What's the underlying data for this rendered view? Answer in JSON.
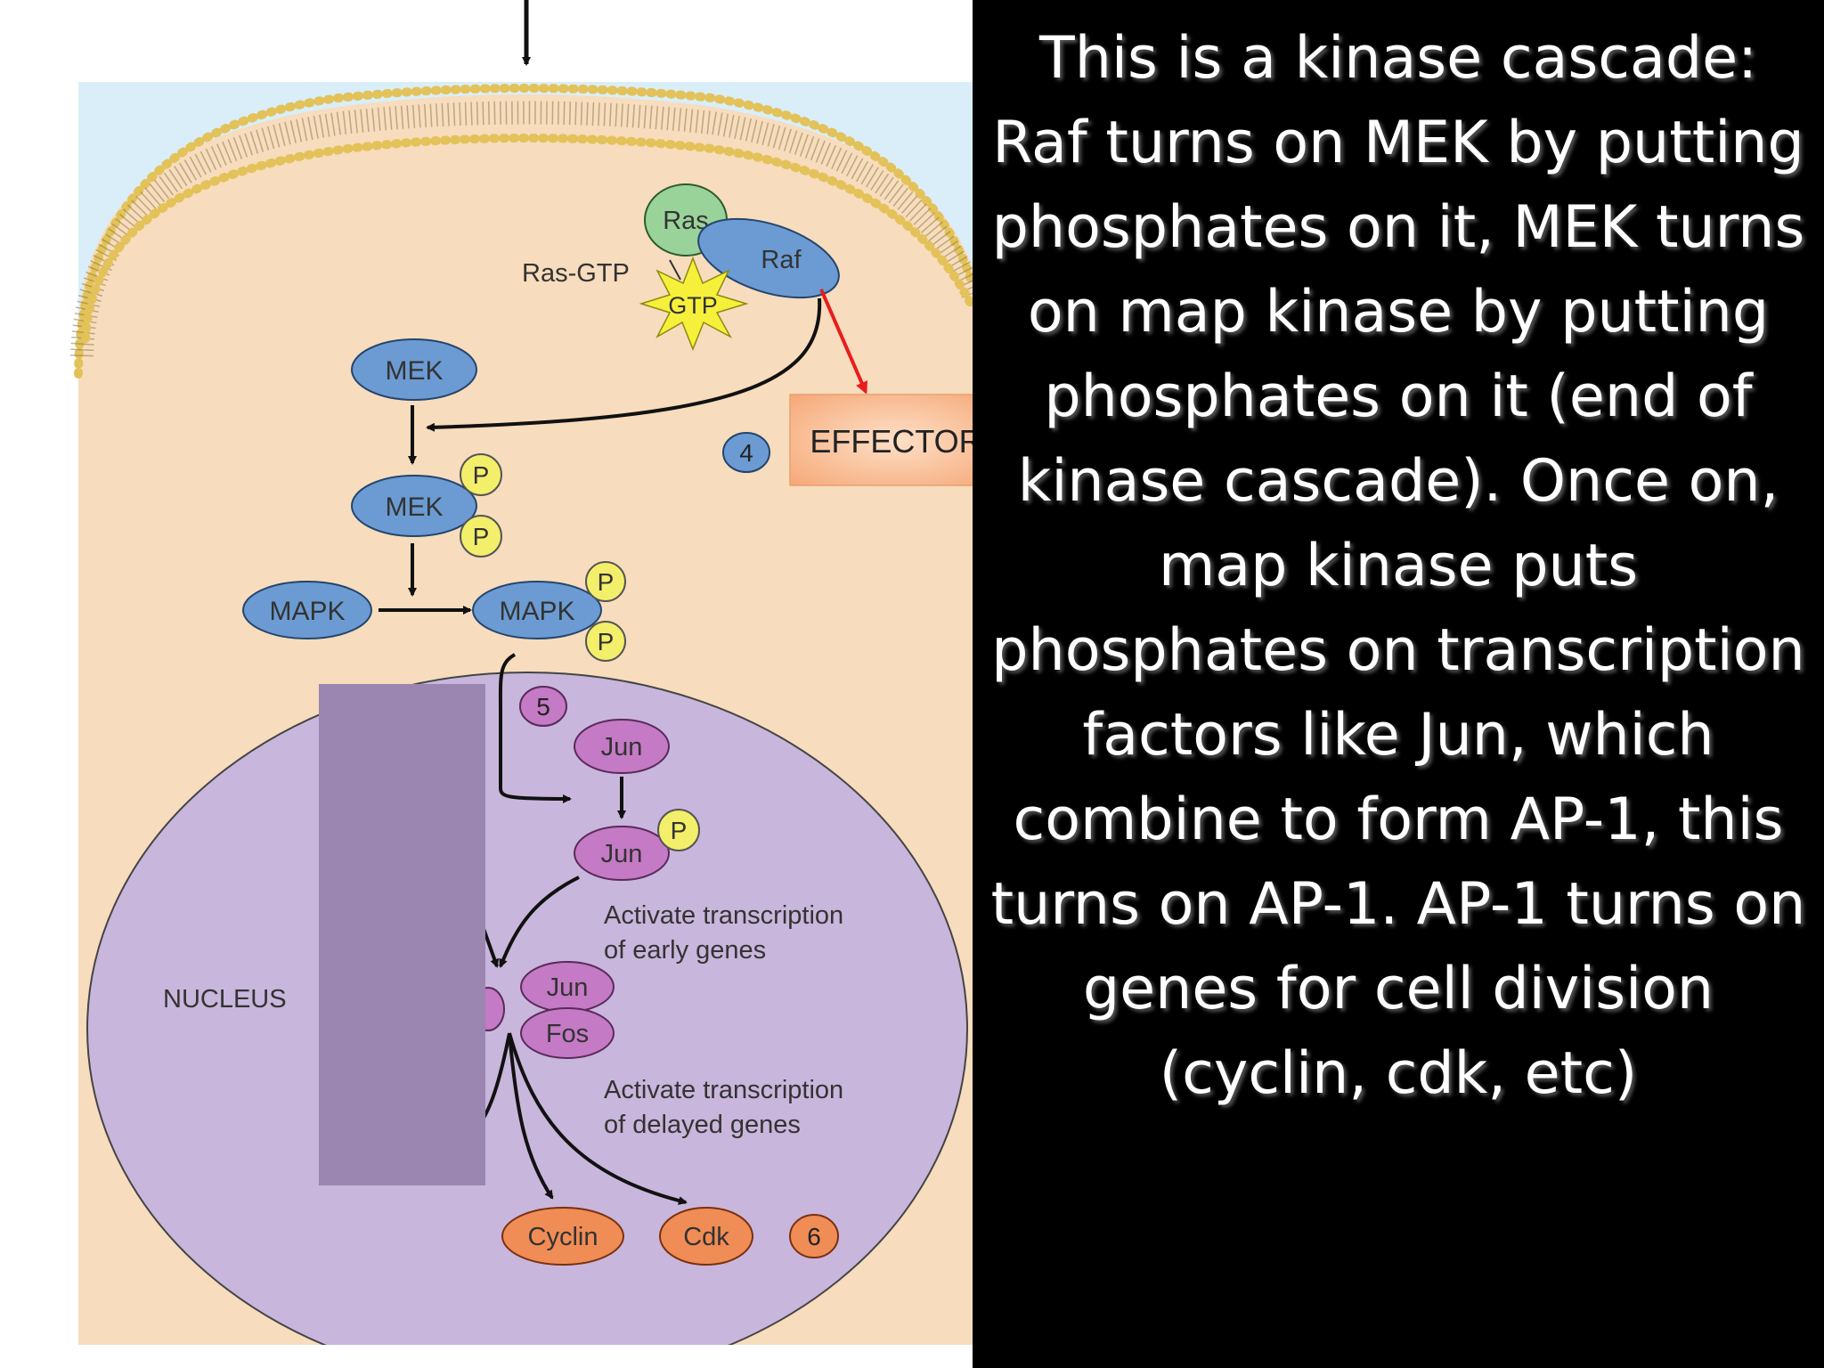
{
  "diagram": {
    "labels": {
      "ras": "Ras",
      "raf": "Raf",
      "ras_gtp": "Ras-GTP",
      "gtp": "GTP",
      "mek": "MEK",
      "mek_phos": "MEK",
      "mapk": "MAPK",
      "mapk_phos": "MAPK",
      "phosphate": "P",
      "jun": "Jun",
      "jun_phos": "Jun",
      "jun_dimer": "Jun",
      "fos": "Fos",
      "nucleus": "NUCLEUS",
      "early_genes_line1": "Activate transcription",
      "early_genes_line2": "of early genes",
      "delayed_genes_line1": "Activate transcription",
      "delayed_genes_line2": "of delayed genes",
      "cyclin": "Cyclin",
      "cdk": "Cdk",
      "step4": "4",
      "step5": "5",
      "step6": "6",
      "effector": "EFFECTOR"
    },
    "colors": {
      "cytoplasm": "#f7dcbd",
      "extracellular": "#d9eef8",
      "nucleus": "#c9b6dc",
      "kinase": "#6b9bd2",
      "ras": "#9ad39a",
      "phosphate": "#f4ef6a",
      "jun_fos": "#c47ac4",
      "cyclin_cdk": "#f08c55",
      "effector_box": "#fcc39d",
      "effector_arrow": "#e81c1c",
      "redaction": "#9a86b0"
    }
  },
  "explanation": "This is a kinase cascade: Raf turns on MEK by putting phosphates on it, MEK turns on map kinase by putting phosphates on it (end of kinase cascade).  Once on, map kinase puts phosphates on transcription factors like Jun, which combine to form AP-1, this turns on AP-1.  AP-1 turns on genes for cell division (cyclin, cdk, etc)"
}
